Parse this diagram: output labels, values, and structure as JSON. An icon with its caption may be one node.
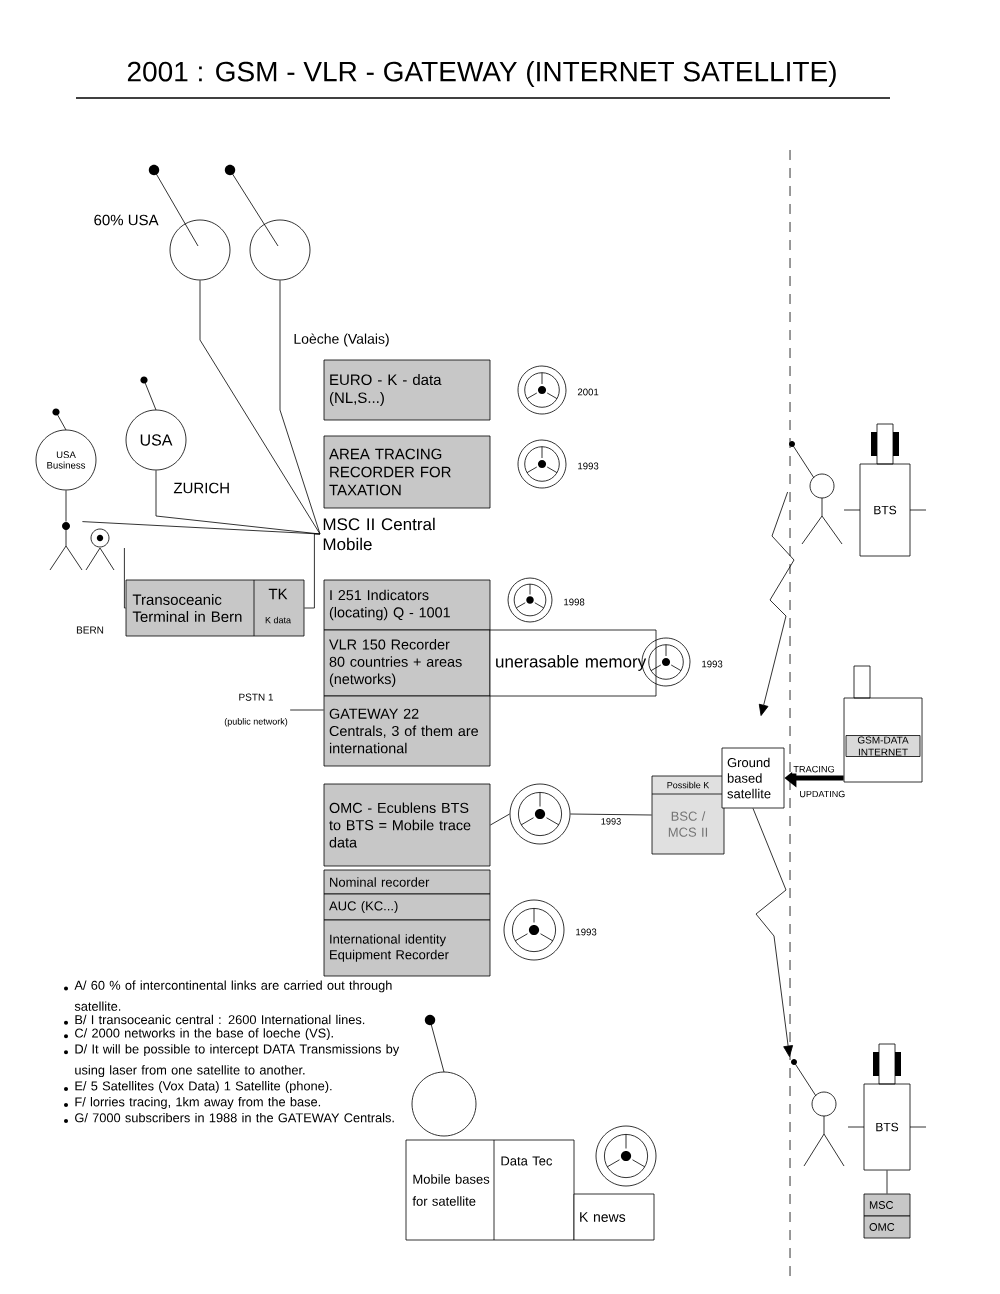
{
  "diagram": {
    "title": "2001 : GSM - VLR  - GATEWAY (INTERNET SATELLITE)",
    "nodes": [
      {
        "text": [],
        "shape": "circle",
        "beside": [
          "60% USA"
        ]
      },
      {
        "text": [],
        "shape": "circle"
      },
      {
        "text": [
          "USA"
        ],
        "beside": [
          "ZURICH"
        ]
      },
      {
        "text": [
          "USA Business"
        ]
      },
      {
        "text": [],
        "shape": "person"
      },
      {
        "text": [],
        "shape": "person"
      },
      {
        "text": [
          "MSC II Central Mobile"
        ]
      },
      {
        "text": [
          "Transoceanic Terminal in Bern",
          "TK",
          "K data"
        ]
      },
      {
        "text": [
          "EURO - K - data (NL,S...)"
        ]
      },
      {
        "text": [],
        "shape": "picture",
        "beside": [
          "2001"
        ]
      },
      {
        "text": [
          "AREA TRACING RECORDER FOR TAXATION"
        ]
      },
      {
        "text": [],
        "shape": "picture",
        "beside": [
          "1993"
        ]
      },
      {
        "text": [
          "I 251 Indicators (locating) Q - 1001"
        ]
      },
      {
        "text": [],
        "shape": "picture",
        "beside": [
          "1998"
        ]
      },
      {
        "text": [
          "VLR 150 Recorder 80 countries + areas (networks)"
        ]
      },
      {
        "text": [
          "unerasable memory"
        ]
      },
      {
        "text": [],
        "shape": "picture",
        "beside": [
          "1993"
        ]
      },
      {
        "text": [
          "PSTN 1",
          "(public network)"
        ]
      },
      {
        "text": [
          "GATEWAY 22 Centrals, 3 of them are international"
        ]
      },
      {
        "text": [
          "OMC - Ecublens BTS to BTS = Mobile trace data"
        ]
      },
      {
        "text": [],
        "shape": "picture"
      },
      {
        "text": [
          "Possible K",
          "BSC / MCS II"
        ]
      },
      {
        "text": [
          "Ground based satellite"
        ]
      },
      {
        "text": [
          "Nominal recorder"
        ]
      },
      {
        "text": [
          "AUC (KC...)"
        ]
      },
      {
        "text": [
          "International identity Equipment Recorder"
        ]
      },
      {
        "text": [],
        "shape": "picture",
        "beside": [
          "1993"
        ]
      },
      {
        "text": [],
        "shape": "person"
      },
      {
        "text": [
          "BTS"
        ]
      },
      {
        "text": [
          "GSM-DATA INTERNET"
        ]
      },
      {
        "text": [],
        "shape": "person"
      },
      {
        "text": [
          "BTS"
        ]
      },
      {
        "text": [
          "MSC"
        ]
      },
      {
        "text": [
          "OMC"
        ]
      },
      {
        "text": [],
        "shape": "circle"
      },
      {
        "text": [
          "Mobile bases for satellite",
          "Data Tec"
        ]
      },
      {
        "text": [
          "K news"
        ]
      },
      {
        "text": [],
        "shape": "picture"
      }
    ],
    "edges": [
      {
        "from": 0,
        "to": 6,
        "arrow": "none"
      },
      {
        "from": 1,
        "to": 6,
        "arrow": "none"
      },
      {
        "from": 2,
        "to": 6,
        "arrow": "none"
      },
      {
        "from": 3,
        "to": 4,
        "arrow": "none"
      },
      {
        "from": 4,
        "to": 6,
        "arrow": "none"
      },
      {
        "from": 5,
        "to": 7,
        "arrow": "none"
      },
      {
        "from": 7,
        "to": 6,
        "arrow": "none"
      },
      {
        "from": 17,
        "to": 18,
        "arrow": "none"
      },
      {
        "from": 19,
        "to": 20,
        "arrow": "none"
      },
      {
        "from": 20,
        "to": 21,
        "arrow": "none",
        "label": "1993"
      },
      {
        "from": 27,
        "to": 22,
        "arrow": "to"
      },
      {
        "from": 22,
        "to": 30,
        "arrow": "to"
      },
      {
        "from": 29,
        "to": 22,
        "arrow": "to",
        "style": "thick",
        "label": "TRACING"
      },
      {
        "from": 31,
        "to": 32,
        "arrow": "none"
      }
    ],
    "labels": [
      "Loèche (Valais)",
      "UPDATING",
      "BERN",
      "A/ 60 % of intercontinental links are carried out through satellite.",
      "B/ I transoceanic central : 2600 International lines.",
      "C/ 2000 networks in the base of loeche (VS).",
      "D/ It will be possible to intercept DATA Transmissions by using laser from one satellite to another.",
      "E/ 5 Satellites (Vox Data) 1 Satellite (phone).",
      "F/ lorries tracing, 1km away from the base.",
      "G/ 7000 subscribers in 1988 in the GATEWAY Centrals."
    ]
  }
}
